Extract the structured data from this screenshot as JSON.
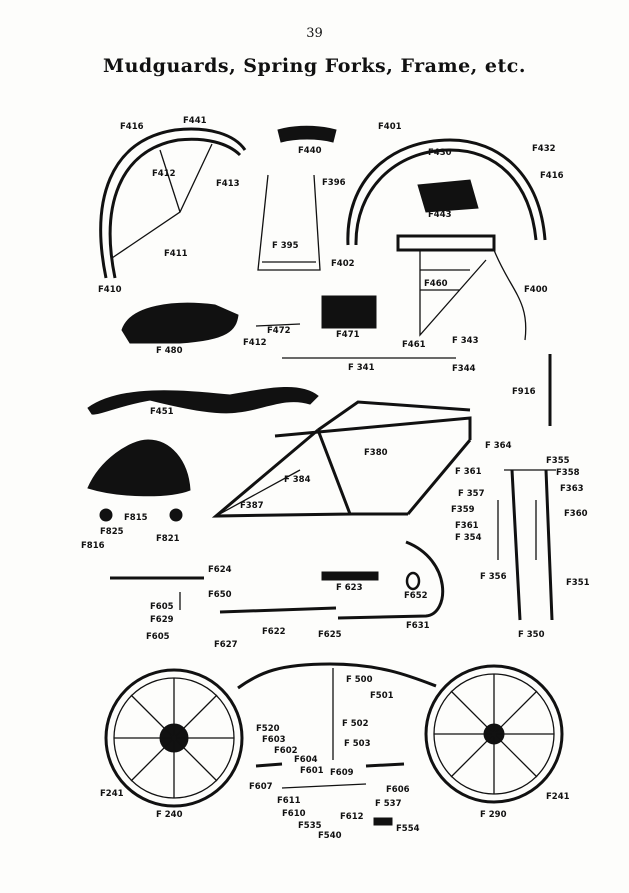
{
  "page_number": "39",
  "title": "Mudguards, Spring Forks, Frame, etc.",
  "labels": {
    "F416a": "F416",
    "F441": "F441",
    "F412a": "F412",
    "F413": "F413",
    "F411": "F411",
    "F410": "F410",
    "F440": "F440",
    "F396": "F396",
    "F395": "F 395",
    "F401": "F401",
    "F430": "F430",
    "F432": "F432",
    "F416b": "F416",
    "F443": "F443",
    "F402": "F402",
    "F400": "F400",
    "F460": "F460",
    "F461": "F461",
    "F480": "F 480",
    "F412b": "F412",
    "F472": "F472",
    "F471": "F471",
    "F343": "F 343",
    "F344": "F344",
    "F341": "F 341",
    "F916": "F916",
    "F451": "F451",
    "F380": "F380",
    "F384": "F 384",
    "F387": "F387",
    "F815": "F815",
    "F825": "F825",
    "F821": "F821",
    "F816": "F816",
    "F364": "F 364",
    "F355": "F355",
    "F361a": "F 361",
    "F358": "F358",
    "F357": "F 357",
    "F363": "F363",
    "F359": "F359",
    "F361b": "F361",
    "F360": "F360",
    "F354": "F 354",
    "F356": "F 356",
    "F351": "F351",
    "F350": "F 350",
    "F624": "F624",
    "F623": "F 623",
    "F652": "F652",
    "F605a": "F605",
    "F650": "F650",
    "F629": "F629",
    "F605b": "F605",
    "F631": "F631",
    "F622": "F622",
    "F625": "F625",
    "F627": "F627",
    "F500": "F 500",
    "F501": "F501",
    "F520": "F520",
    "F603": "F603",
    "F602": "F602",
    "F502": "F 502",
    "F503": "F 503",
    "F604": "F604",
    "F601": "F601",
    "F609": "F609",
    "F607": "F607",
    "F606": "F606",
    "F611": "F611",
    "F537": "F 537",
    "F610": "F610",
    "F612": "F612",
    "F535": "F535",
    "F540": "F540",
    "F554": "F554",
    "F241a": "F241",
    "F240": "F 240",
    "F241b": "F241",
    "F290": "F 290"
  }
}
